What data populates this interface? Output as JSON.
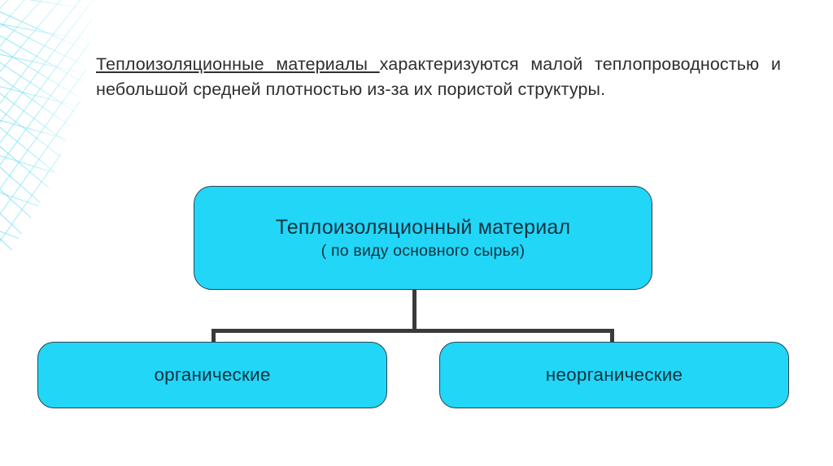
{
  "slide": {
    "background_color": "#ffffff",
    "paragraph": {
      "underlined_part": "Теплоизоляционные материалы ",
      "rest": "характеризуются малой теплопроводностью и небольшой средней плотностью из-за их пористой структуры.",
      "full_text": "Теплоизоляционные материалы характеризуются малой теплопроводностью и небольшой средней плотностью из-за их пористой структуры.",
      "text_color": "#2f2f2f"
    }
  },
  "diagram": {
    "type": "tree",
    "node_fill_color": "#21D6F7",
    "node_border_color": "#2b4450",
    "node_text_color": "#16323f",
    "connector_color": "#3a3a3a",
    "root": {
      "title": "Теплоизоляционный материал",
      "subtitle": "( по виду основного сырья)"
    },
    "children": [
      {
        "label": "органические"
      },
      {
        "label": "неорганические"
      }
    ]
  },
  "decoration": {
    "name": "crosshatch-lines-artwork",
    "color": "#6fdff2",
    "position": "top-left"
  }
}
